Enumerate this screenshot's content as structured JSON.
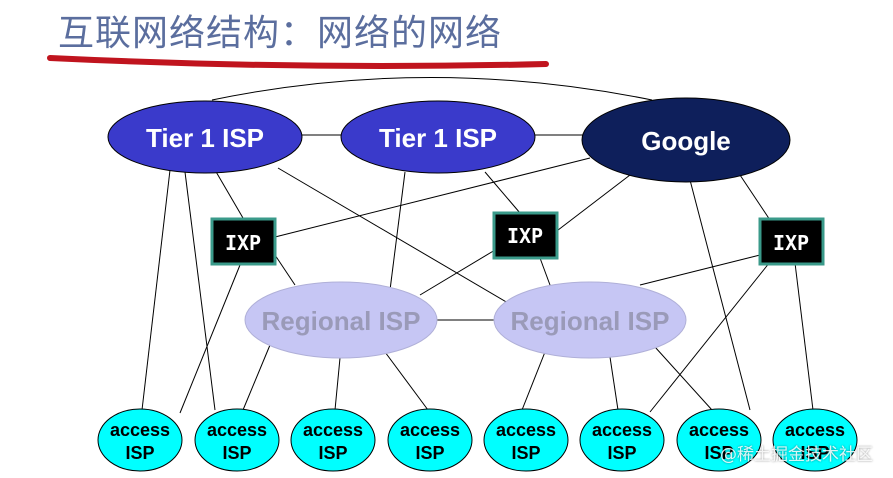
{
  "title": "互联网络结构：网络的网络",
  "nodes": {
    "tier1_left": "Tier 1 ISP",
    "tier1_right": "Tier 1 ISP",
    "google": "Google",
    "ixp_left": "IXP",
    "ixp_mid": "IXP",
    "ixp_right": "IXP",
    "regional_left": "Regional ISP",
    "regional_right": "Regional ISP",
    "access_line1": "access",
    "access_line2": "ISP"
  },
  "watermark": "@稀土掘金技术社区",
  "colors": {
    "tier1": "#3a3acb",
    "google": "#0e1f5b",
    "regional": "#c6c6f4",
    "regional_text": "#9a9ab8",
    "access": "#00ffff",
    "ixp": "#000000",
    "ixp_border": "#3a9a8a",
    "title_underline": "#c0141e"
  }
}
